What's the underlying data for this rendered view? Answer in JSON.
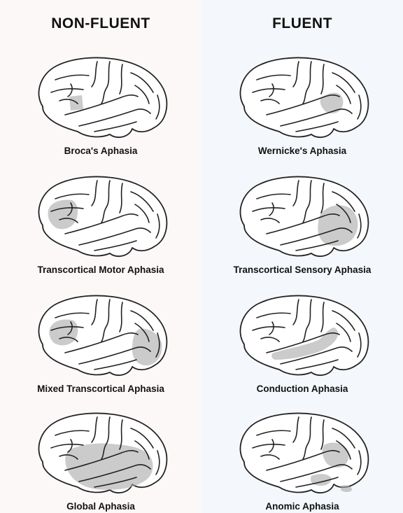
{
  "headings": {
    "non_fluent": "NON-FLUENT",
    "fluent": "FLUENT"
  },
  "colors": {
    "left_background": "#fdf8f8",
    "right_background": "#f4f7fb",
    "highlight": "#a9a9a9",
    "outline": "#222222"
  },
  "non_fluent": [
    {
      "label": "Broca's Aphasia",
      "region": "inferior-frontal"
    },
    {
      "label": "Transcortical Motor Aphasia",
      "region": "frontal-anterior"
    },
    {
      "label": "Mixed Transcortical Aphasia",
      "region": "frontal-and-parieto-occipital"
    },
    {
      "label": "Global Aphasia",
      "region": "perisylvian-large"
    }
  ],
  "fluent": [
    {
      "label": "Wernicke's Aphasia",
      "region": "posterior-superior-temporal"
    },
    {
      "label": "Transcortical Sensory Aphasia",
      "region": "temporo-parietal"
    },
    {
      "label": "Conduction Aphasia",
      "region": "arcuate-fasciculus-band"
    },
    {
      "label": "Anomic Aphasia",
      "region": "angular-gyrus-inferior-temporal"
    }
  ]
}
